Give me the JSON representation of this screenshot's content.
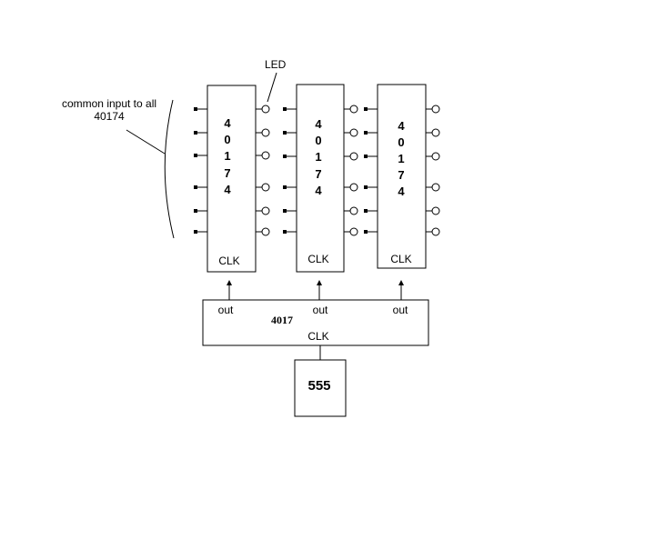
{
  "annotations": {
    "led_label": "LED",
    "common_input_line1": "common input to all",
    "common_input_line2": "40174"
  },
  "chips_40174": [
    {
      "digits": [
        "4",
        "0",
        "1",
        "7",
        "4"
      ],
      "clk_label": "CLK"
    },
    {
      "digits": [
        "4",
        "0",
        "1",
        "7",
        "4"
      ],
      "clk_label": "CLK"
    },
    {
      "digits": [
        "4",
        "0",
        "1",
        "7",
        "4"
      ],
      "clk_label": "CLK"
    }
  ],
  "counter_4017": {
    "name": "4017",
    "clk_label": "CLK",
    "outputs": [
      "out",
      "out",
      "out"
    ]
  },
  "timer_555": {
    "name": "555"
  },
  "colors": {
    "line": "#000000",
    "background": "#ffffff"
  }
}
